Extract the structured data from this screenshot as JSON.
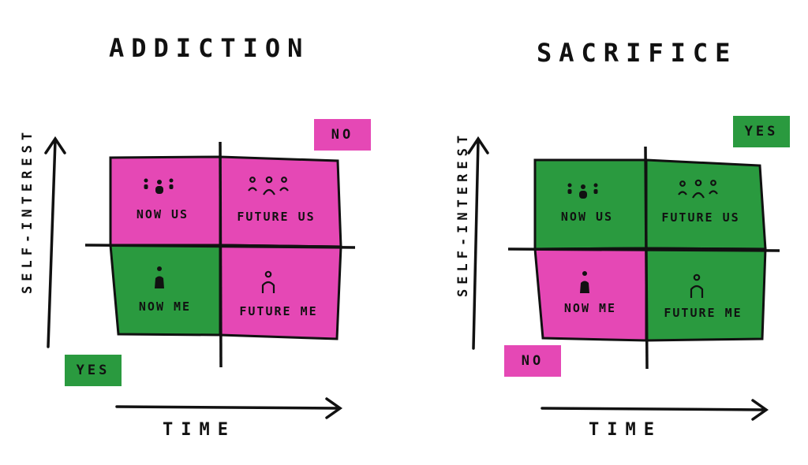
{
  "colors": {
    "pink": "#e548b5",
    "green": "#2a9a3f",
    "ink": "#111111",
    "background": "#ffffff"
  },
  "panels": [
    {
      "title": "ADDICTION",
      "y_axis_label": "SELF-INTEREST",
      "x_axis_label": "TIME",
      "top_badge": "NO",
      "top_badge_color": "pink",
      "bottom_badge": "YES",
      "bottom_badge_color": "green",
      "quadrants": {
        "top_left": {
          "label": "NOW US",
          "color": "pink",
          "icon": "group-happy-icon"
        },
        "top_right": {
          "label": "FUTURE US",
          "color": "pink",
          "icon": "group-sad-icon"
        },
        "bottom_left": {
          "label": "NOW ME",
          "color": "green",
          "icon": "person-happy-icon"
        },
        "bottom_right": {
          "label": "FUTURE ME",
          "color": "pink",
          "icon": "person-sad-icon"
        }
      }
    },
    {
      "title": "SACRIFICE",
      "y_axis_label": "SELF-INTEREST",
      "x_axis_label": "TIME",
      "top_badge": "YES",
      "top_badge_color": "green",
      "bottom_badge": "NO",
      "bottom_badge_color": "pink",
      "quadrants": {
        "top_left": {
          "label": "NOW US",
          "color": "green",
          "icon": "group-happy-icon"
        },
        "top_right": {
          "label": "FUTURE US",
          "color": "green",
          "icon": "group-sad-icon"
        },
        "bottom_left": {
          "label": "NOW ME",
          "color": "pink",
          "icon": "person-happy-icon"
        },
        "bottom_right": {
          "label": "FUTURE ME",
          "color": "green",
          "icon": "person-sad-icon"
        }
      }
    }
  ]
}
